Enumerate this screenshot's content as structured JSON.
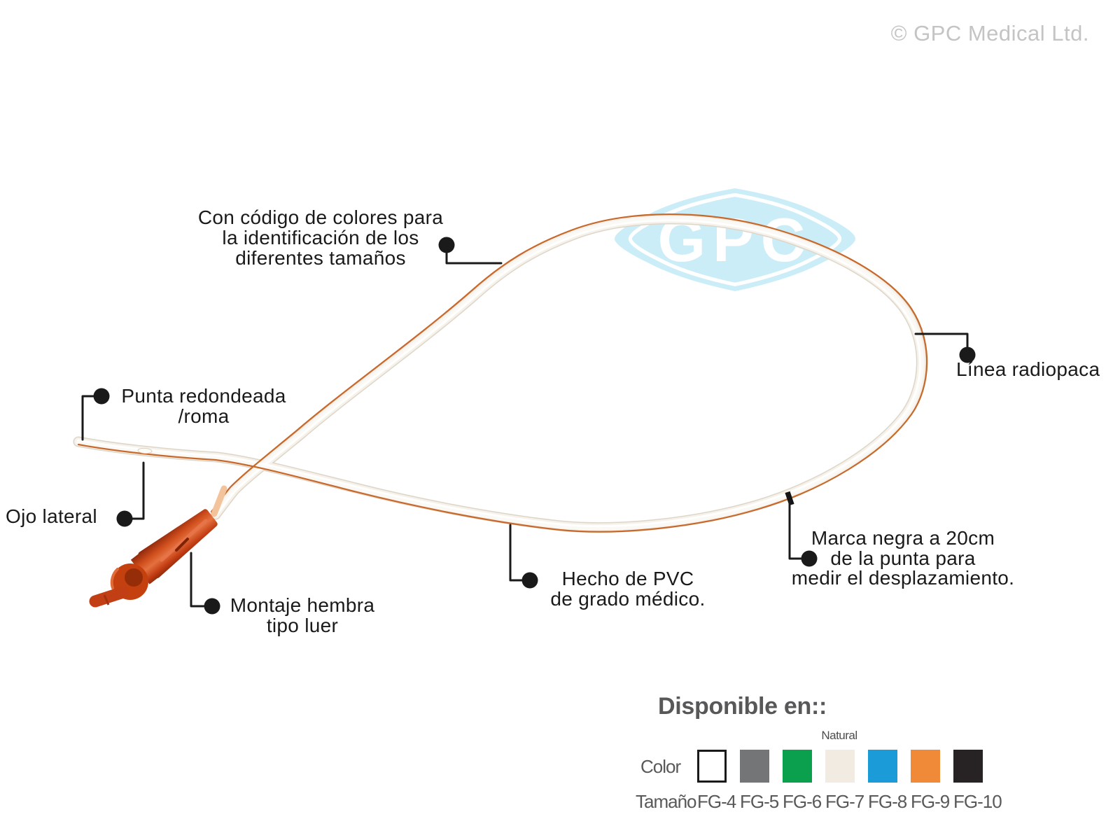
{
  "watermark": {
    "copyright": "© GPC Medical Ltd.",
    "logo_text": "GPC",
    "logo_color": "#cbedf8"
  },
  "labels": {
    "color_code": {
      "lines": [
        "Con código de colores para",
        "la identificación de los",
        "diferentes tamaños"
      ]
    },
    "radiopaque_line": {
      "text": "Línea radiopaca"
    },
    "rounded_tip": {
      "lines": [
        "Punta redondeada",
        "/roma"
      ]
    },
    "side_eye": {
      "text": "Ojo lateral"
    },
    "luer_mount": {
      "lines": [
        "Montaje hembra",
        "tipo luer"
      ]
    },
    "pvc": {
      "lines": [
        "Hecho de PVC",
        "de grado médico."
      ]
    },
    "black_mark": {
      "lines": [
        "Marca negra a 20cm",
        "de la punta para",
        "medir el desplazamiento."
      ]
    }
  },
  "availability": {
    "heading": "Disponible en::",
    "color_row_label": "Color",
    "size_row_label": "Tamaño",
    "natural_label": "Natural",
    "options": [
      {
        "size": "FG-4",
        "color": "#ffffff",
        "border": "#1a1a1a"
      },
      {
        "size": "FG-5",
        "color": "#747577"
      },
      {
        "size": "FG-6",
        "color": "#0ba04d"
      },
      {
        "size": "FG-7",
        "color": "#f1ebe2",
        "note": "Natural"
      },
      {
        "size": "FG-8",
        "color": "#1b9cd9"
      },
      {
        "size": "FG-9",
        "color": "#f08a38"
      },
      {
        "size": "FG-10",
        "color": "#272324"
      }
    ]
  },
  "product_colors": {
    "tube_body": "#f6f2eb",
    "tube_edge": "#ddd6c8",
    "radiopaque_stripe": "#c8692b",
    "connector_red": "#c23e14"
  }
}
